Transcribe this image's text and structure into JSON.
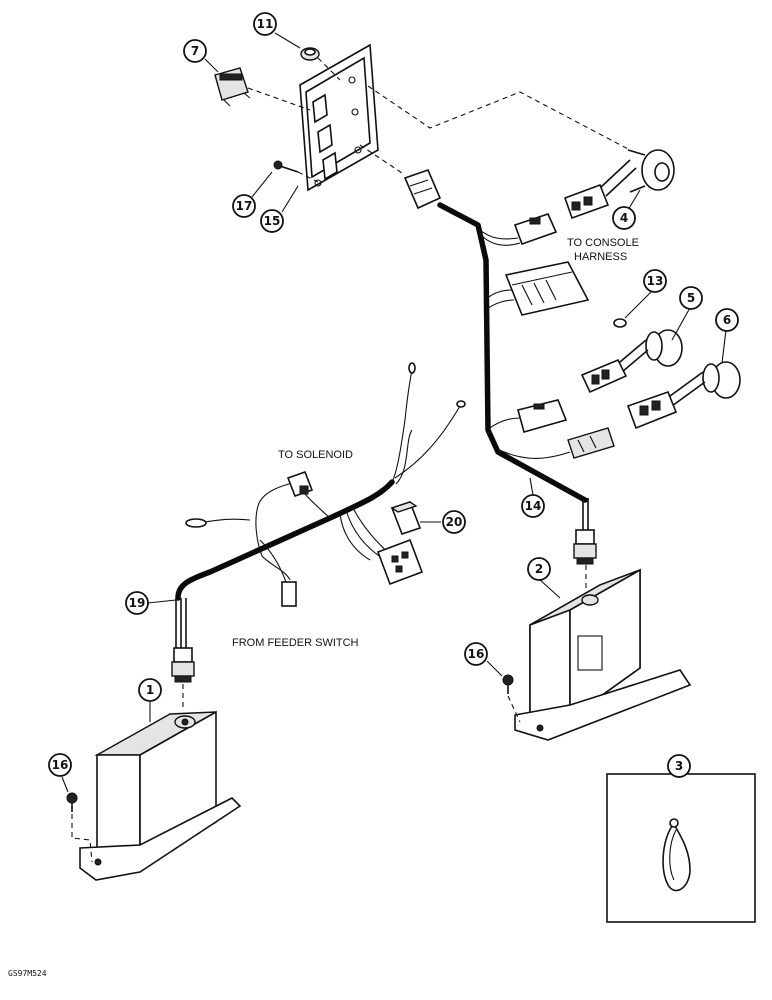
{
  "labels": {
    "to_console_line1": "TO CONSOLE",
    "to_console_line2": "HARNESS",
    "to_solenoid": "TO SOLENOID",
    "from_feeder": "FROM FEEDER SWITCH",
    "drawing_code": "GS97M524"
  },
  "callouts": {
    "c1": "1",
    "c2": "2",
    "c3": "3",
    "c4": "4",
    "c5": "5",
    "c6": "6",
    "c7": "7",
    "c11": "11",
    "c13": "13",
    "c14": "14",
    "c15": "15",
    "c16a": "16",
    "c16b": "16",
    "c17": "17",
    "c19": "19",
    "c20": "20"
  }
}
